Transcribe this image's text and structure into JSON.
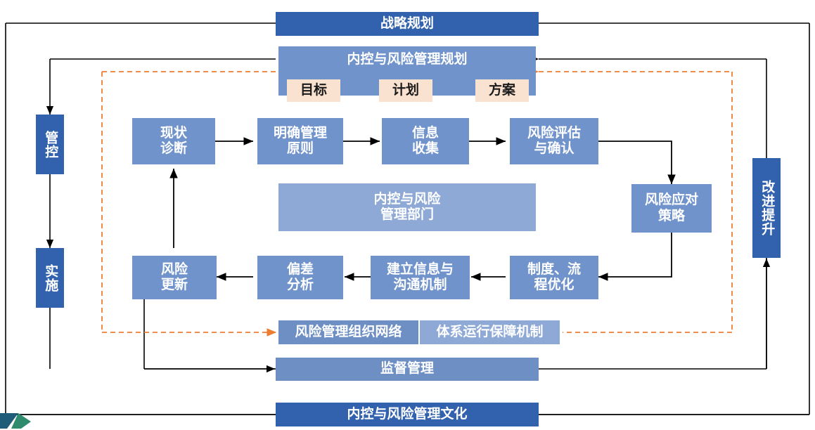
{
  "diagram": {
    "title_top": "战略规划",
    "planning": {
      "header": "内控与风险管理规划",
      "chips": [
        "目标",
        "计划",
        "方案"
      ]
    },
    "left_rail": [
      "管控",
      "实施"
    ],
    "right_rail": "改进提升",
    "process_row_top": [
      "现状\n诊断",
      "明确管理\n原则",
      "信息\n收集",
      "风险评估\n与确认"
    ],
    "process_right": "风险应对\n策略",
    "center_department": "内控与风险\n管理部门",
    "process_row_bottom": [
      "风险\n更新",
      "偏差\n分析",
      "建立信息与\n沟通机制",
      "制度、流\n程优化"
    ],
    "support_bar": [
      "风险管理组织网络",
      "体系运行保障机制"
    ],
    "supervision": "监督管理",
    "culture": "内控与风险管理文化",
    "colors": {
      "dark_blue": "#3262AD",
      "mid_blue": "#7093CB",
      "light_blue": "#8EA9D5",
      "peach": "#FAE2D0",
      "orange_dash": "#ED7D31",
      "line_black": "#000000"
    }
  }
}
